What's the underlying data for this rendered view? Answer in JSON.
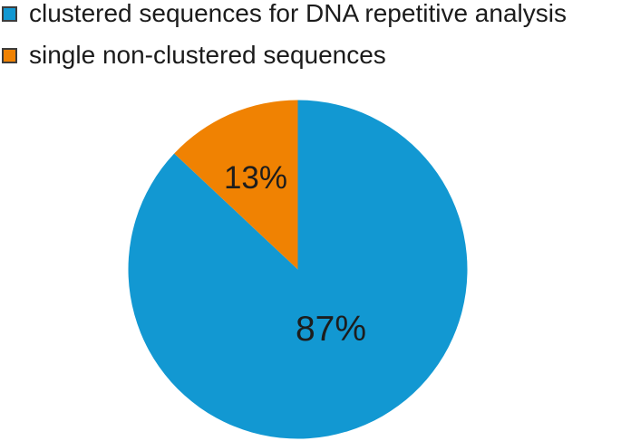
{
  "chart_data": {
    "type": "pie",
    "title": "",
    "background": "#FFFFFF",
    "legend_position": "top-left",
    "legend_swatch_border": "#3C3C3C",
    "label_color": "#1C1C1C",
    "start_angle_deg": 0,
    "direction": "clockwise",
    "slices": [
      {
        "label": "clustered sequences for DNA repetitive analysis",
        "value": 87,
        "display": "87%",
        "color": "#1298D2"
      },
      {
        "label": "single non-clustered sequences",
        "value": 13,
        "display": "13%",
        "color": "#F08202"
      }
    ]
  }
}
